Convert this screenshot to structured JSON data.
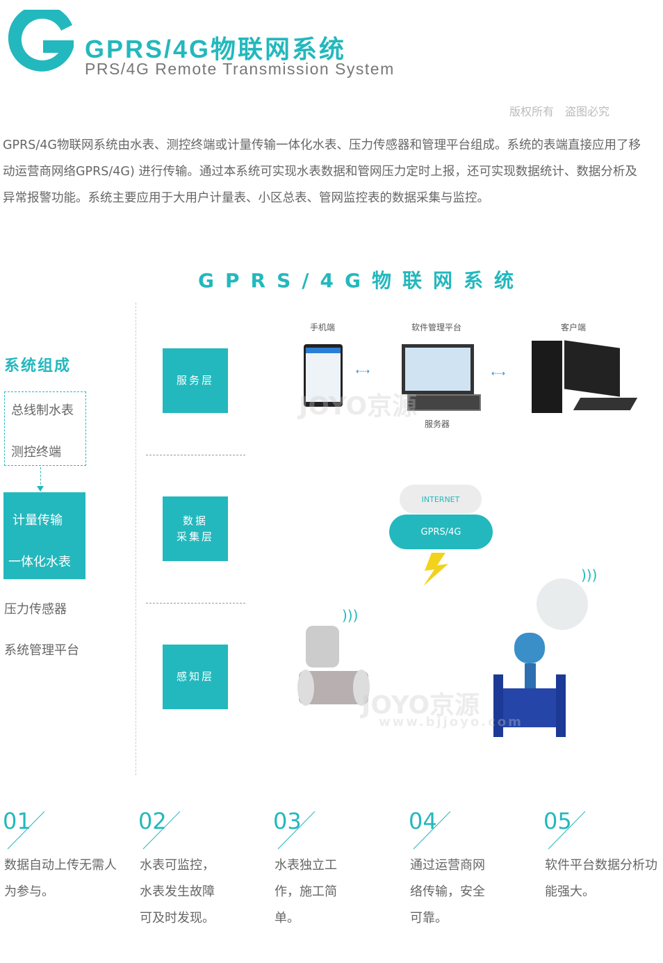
{
  "header": {
    "logo_letter": "G",
    "title": "GPRS/4G物联网系统",
    "subtitle": "PRS/4G Remote Transmission System",
    "copyright": "版权所有　盗图必究"
  },
  "intro": "GPRS/4G物联网系统由水表、测控终端或计量传输一体化水表、压力传感器和管理平台组成。系统的表端直接应用了移动运营商网络GPRS/4G) 进行传输。通过本系统可实现水表数据和管网压力定时上报，还可实现数据统计、数据分析及异常报警功能。系统主要应用于大用户计量表、小区总表、管网监控表的数据采集与监控。",
  "diagram": {
    "title": "GPRS/4G物联网系统",
    "composition": {
      "heading": "系统组成",
      "items": [
        "总线制水表",
        "测控终端",
        "计量传输",
        "一体化水表",
        "压力传感器",
        "系统管理平台"
      ]
    },
    "layers": [
      "服务层",
      "数据\n采集层",
      "感知层"
    ],
    "service_labels": {
      "phone": "手机端",
      "platform": "软件管理平台",
      "server": "服务器",
      "client": "客户端"
    },
    "cloud": {
      "internet": "INTERNET",
      "network": "GPRS/4G"
    },
    "watermark": "JOYO京源",
    "watermark_url": "www.bjjoyo.com"
  },
  "features": [
    {
      "num": "01",
      "text": "数据自动上传无需人为参与。"
    },
    {
      "num": "02",
      "text": "水表可监控，水表发生故障可及时发现。"
    },
    {
      "num": "03",
      "text": "水表独立工作，施工简单。"
    },
    {
      "num": "04",
      "text": "通过运营商网络传输，安全可靠。"
    },
    {
      "num": "05",
      "text": "软件平台数据分析功能强大。"
    }
  ],
  "colors": {
    "accent": "#23b8bd",
    "text": "#666666"
  }
}
